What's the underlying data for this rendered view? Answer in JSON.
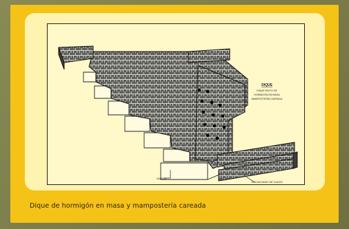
{
  "caption": "Dique de hormigón en masa y mampostería careada",
  "drawing": {
    "note_lines": [
      "DIQUE",
      "DIQUE MIXTO DE",
      "HORMIGÓN EN MASA",
      "MAMPOSTERÍA CAREADA"
    ],
    "label_footing": "ZAPATA",
    "label_basin": "ENCACHADO DE CAUCE"
  },
  "colors": {
    "background": "#7d7d4b",
    "card": "#f5c218",
    "panel": "#fff3b0",
    "stone_fill": "#6b6b6b"
  }
}
